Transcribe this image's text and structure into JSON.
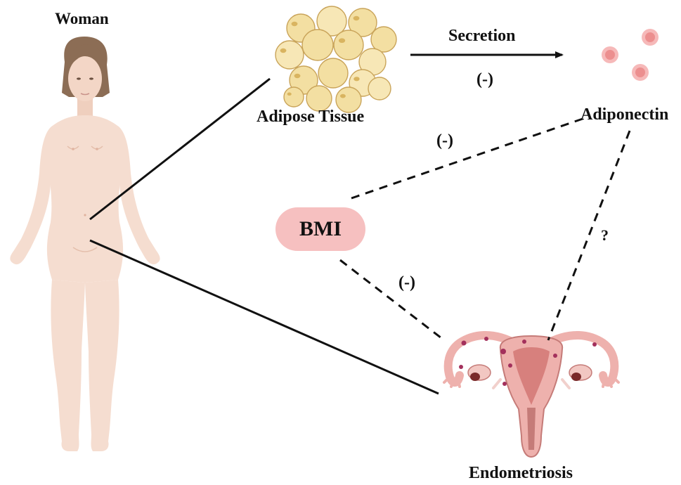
{
  "labels": {
    "woman": "Woman",
    "adipose_tissue": "Adipose Tissue",
    "secretion": "Secretion",
    "secretion_effect": "(-)",
    "adiponectin": "Adiponectin",
    "bmi": "BMI",
    "bmi_adiponectin_effect": "(-)",
    "bmi_endometriosis_effect": "(-)",
    "adiponectin_endometriosis_relation": "?",
    "endometriosis": "Endometriosis"
  },
  "colors": {
    "skin": "#f5ddd0",
    "skin_shadow": "#e9c6b4",
    "hair": "#8c6d55",
    "fat_cell": "#f3dfa2",
    "fat_cell_core": "#d9b460",
    "adiponectin_dot": "#ec8f8f",
    "bmi_fill": "#f6c0c0",
    "uterus": "#eeb1ad",
    "uterus_dark": "#c57b78",
    "lesion": "#a3305c",
    "line": "#111111"
  },
  "icons": [
    "woman-figure-icon",
    "adipose-tissue-icon",
    "adiponectin-molecules-icon",
    "uterus-icon"
  ]
}
